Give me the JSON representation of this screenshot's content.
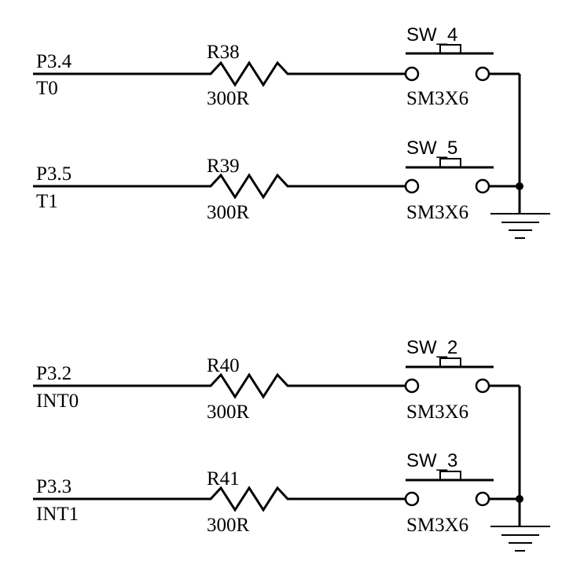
{
  "circuits": [
    {
      "net": "P3.4",
      "alt": "T0",
      "resistor": "R38",
      "value": "300R",
      "switch": "SW_4",
      "package": "SM3X6"
    },
    {
      "net": "P3.5",
      "alt": "T1",
      "resistor": "R39",
      "value": "300R",
      "switch": "SW_5",
      "package": "SM3X6"
    },
    {
      "net": "P3.2",
      "alt": "INT0",
      "resistor": "R40",
      "value": "300R",
      "switch": "SW_2",
      "package": "SM3X6"
    },
    {
      "net": "P3.3",
      "alt": "INT1",
      "resistor": "R41",
      "value": "300R",
      "switch": "SW_3",
      "package": "SM3X6"
    }
  ]
}
